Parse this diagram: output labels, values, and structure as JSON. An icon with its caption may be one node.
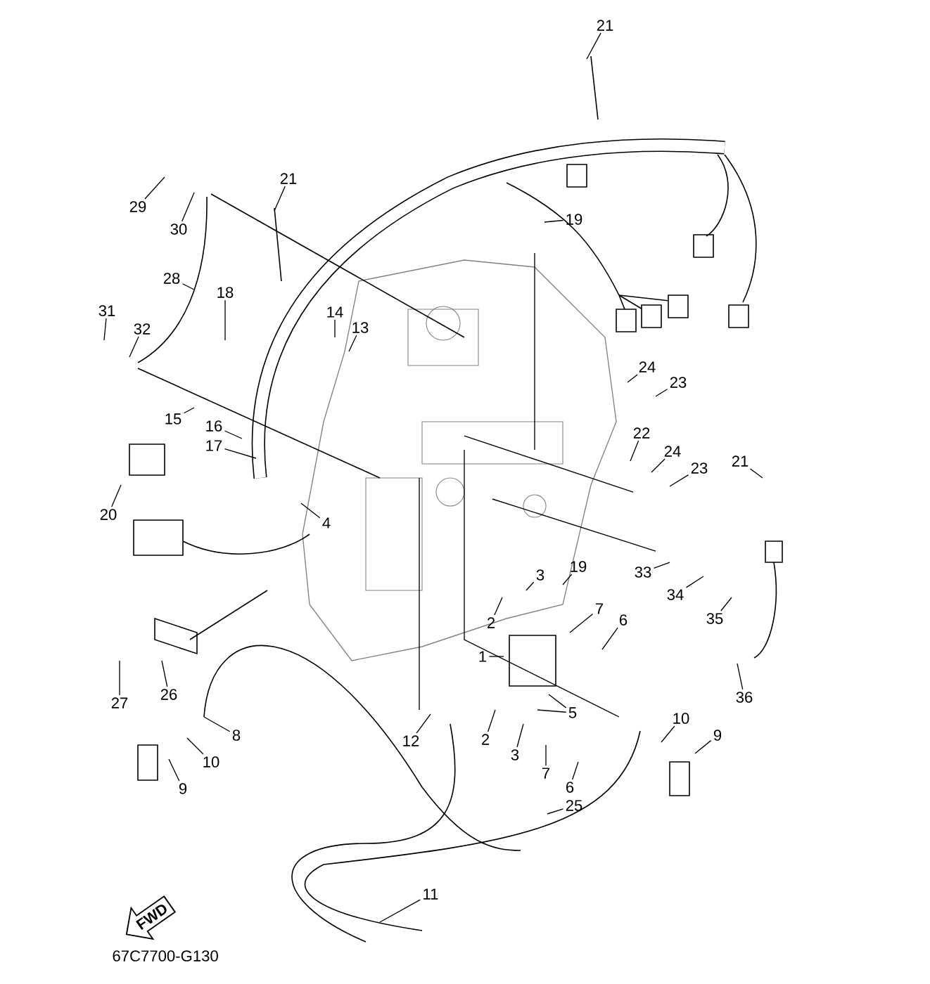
{
  "diagram": {
    "nodes": [
      {
        "text": [
          "21"
        ]
      },
      {
        "text": [
          "29"
        ]
      },
      {
        "text": [
          "30"
        ]
      },
      {
        "text": [
          "21"
        ]
      },
      {
        "text": [
          "19"
        ]
      },
      {
        "text": [
          "28"
        ]
      },
      {
        "text": [
          "18"
        ]
      },
      {
        "text": [
          "14"
        ]
      },
      {
        "text": [
          "13"
        ]
      },
      {
        "text": [
          "31"
        ]
      },
      {
        "text": [
          "32"
        ]
      },
      {
        "text": [
          "24"
        ]
      },
      {
        "text": [
          "23"
        ]
      },
      {
        "text": [
          "15"
        ]
      },
      {
        "text": [
          "16"
        ]
      },
      {
        "text": [
          "17"
        ]
      },
      {
        "text": [
          "22"
        ]
      },
      {
        "text": [
          "24"
        ]
      },
      {
        "text": [
          "23"
        ]
      },
      {
        "text": [
          "21"
        ]
      },
      {
        "text": [
          "20"
        ]
      },
      {
        "text": [
          "4"
        ]
      },
      {
        "text": [
          "33"
        ]
      },
      {
        "text": [
          "34"
        ]
      },
      {
        "text": [
          "35"
        ]
      },
      {
        "text": [
          "3"
        ]
      },
      {
        "text": [
          "19"
        ]
      },
      {
        "text": [
          "2"
        ]
      },
      {
        "text": [
          "7"
        ]
      },
      {
        "text": [
          "6"
        ]
      },
      {
        "text": [
          "1"
        ]
      },
      {
        "text": [
          "5"
        ]
      },
      {
        "text": [
          "36"
        ]
      },
      {
        "text": [
          "27"
        ]
      },
      {
        "text": [
          "26"
        ]
      },
      {
        "text": [
          "8"
        ]
      },
      {
        "text": [
          "10"
        ]
      },
      {
        "text": [
          "9"
        ]
      },
      {
        "text": [
          "12"
        ]
      },
      {
        "text": [
          "2"
        ]
      },
      {
        "text": [
          "10"
        ]
      },
      {
        "text": [
          "9"
        ]
      },
      {
        "text": [
          "3"
        ]
      },
      {
        "text": [
          "7"
        ]
      },
      {
        "text": [
          "6"
        ]
      },
      {
        "text": [
          "25"
        ]
      },
      {
        "text": [
          "11"
        ]
      },
      {
        "text": [
          "FWD"
        ]
      }
    ],
    "edges": [
      {
        "from": 0,
        "to": null,
        "arrow": "none"
      },
      {
        "from": 1,
        "to": null,
        "arrow": "none"
      },
      {
        "from": 2,
        "to": null,
        "arrow": "none"
      },
      {
        "from": 3,
        "to": null,
        "arrow": "none"
      },
      {
        "from": 4,
        "to": null,
        "arrow": "none"
      },
      {
        "from": 5,
        "to": null,
        "arrow": "none"
      },
      {
        "from": 6,
        "to": null,
        "arrow": "none"
      },
      {
        "from": 7,
        "to": null,
        "arrow": "none"
      },
      {
        "from": 8,
        "to": null,
        "arrow": "none"
      },
      {
        "from": 9,
        "to": null,
        "arrow": "none"
      },
      {
        "from": 10,
        "to": null,
        "arrow": "none"
      },
      {
        "from": 11,
        "to": null,
        "arrow": "none"
      },
      {
        "from": 12,
        "to": null,
        "arrow": "none"
      },
      {
        "from": 13,
        "to": null,
        "arrow": "none"
      },
      {
        "from": 14,
        "to": null,
        "arrow": "none"
      },
      {
        "from": 15,
        "to": null,
        "arrow": "none"
      },
      {
        "from": 16,
        "to": null,
        "arrow": "none"
      },
      {
        "from": 17,
        "to": null,
        "arrow": "none"
      },
      {
        "from": 18,
        "to": null,
        "arrow": "none"
      },
      {
        "from": 19,
        "to": null,
        "arrow": "none"
      },
      {
        "from": 20,
        "to": null,
        "arrow": "none"
      },
      {
        "from": 21,
        "to": null,
        "arrow": "none"
      },
      {
        "from": 22,
        "to": null,
        "arrow": "none"
      },
      {
        "from": 23,
        "to": null,
        "arrow": "none"
      },
      {
        "from": 24,
        "to": null,
        "arrow": "none"
      },
      {
        "from": 25,
        "to": null,
        "arrow": "none"
      },
      {
        "from": 26,
        "to": null,
        "arrow": "none"
      },
      {
        "from": 27,
        "to": null,
        "arrow": "none"
      },
      {
        "from": 28,
        "to": null,
        "arrow": "none"
      },
      {
        "from": 29,
        "to": null,
        "arrow": "none"
      },
      {
        "from": 30,
        "to": null,
        "arrow": "none"
      },
      {
        "from": 31,
        "to": null,
        "arrow": "none"
      },
      {
        "from": 31,
        "to": null,
        "arrow": "none"
      },
      {
        "from": 32,
        "to": null,
        "arrow": "none"
      },
      {
        "from": 33,
        "to": null,
        "arrow": "none"
      },
      {
        "from": 34,
        "to": null,
        "arrow": "none"
      },
      {
        "from": 35,
        "to": null,
        "arrow": "none"
      },
      {
        "from": 36,
        "to": null,
        "arrow": "none"
      },
      {
        "from": 37,
        "to": null,
        "arrow": "none"
      },
      {
        "from": 38,
        "to": null,
        "arrow": "none"
      },
      {
        "from": 39,
        "to": null,
        "arrow": "none"
      },
      {
        "from": 40,
        "to": null,
        "arrow": "none"
      },
      {
        "from": 41,
        "to": null,
        "arrow": "none"
      },
      {
        "from": 42,
        "to": null,
        "arrow": "none"
      },
      {
        "from": 43,
        "to": null,
        "arrow": "none"
      },
      {
        "from": 44,
        "to": null,
        "arrow": "none"
      },
      {
        "from": 45,
        "to": null,
        "arrow": "none"
      },
      {
        "from": 46,
        "to": null,
        "arrow": "none"
      }
    ],
    "labels": [
      "67C7700-G130"
    ]
  }
}
